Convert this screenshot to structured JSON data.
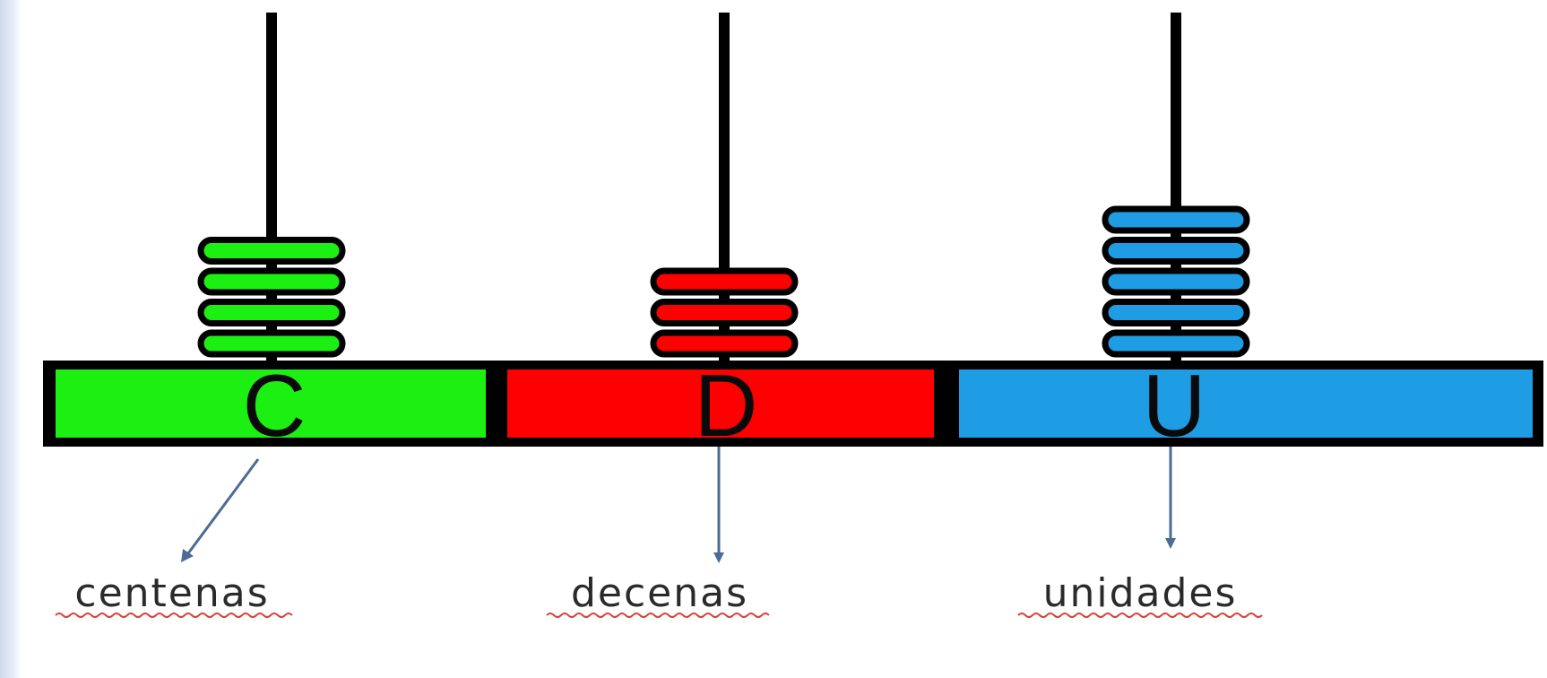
{
  "columns": [
    {
      "letter": "C",
      "name": "centenas",
      "color": "#1cf012",
      "bead_count": 4
    },
    {
      "letter": "D",
      "name": "decenas",
      "color": "#fe0000",
      "bead_count": 3
    },
    {
      "letter": "U",
      "name": "unidades",
      "color": "#1e9de5",
      "bead_count": 5
    }
  ],
  "bar_border_color": "#000000",
  "arrow_color": "#4e6a96"
}
